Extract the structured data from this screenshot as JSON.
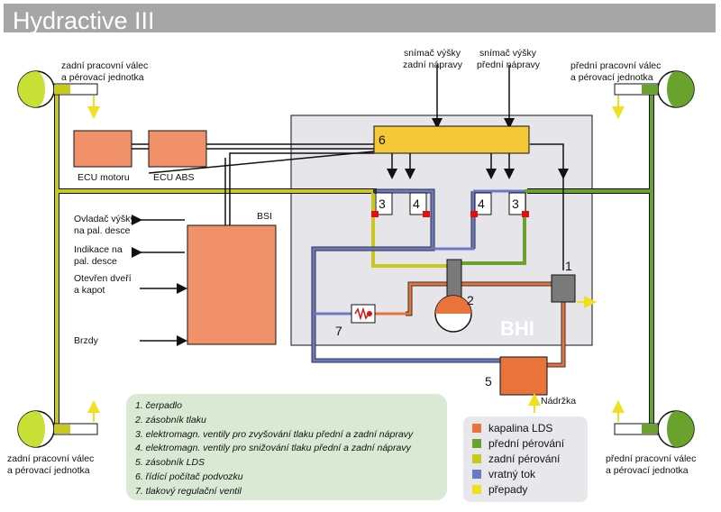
{
  "title": "Hydractive III",
  "sensors": {
    "rear": "snímač výšky zadní nápravy",
    "front": "snímač  výšky přední nápravy"
  },
  "corners": {
    "rear_top": "zadní pracovní válec a pérovací jednotka",
    "front_top": "přední  pracovní válec a pérovací jednotka",
    "rear_bottom": "zadní pracovní válec a pérovací jednotka",
    "front_bottom": "přední  pracovní válec a pérovací jednotka"
  },
  "ecu": {
    "engine": "ECU motoru",
    "abs": "ECU  ABS",
    "bsi": "BSI"
  },
  "inputs": [
    "Ovladač výšky na pal. desce",
    "Indikace na pal. desce",
    "Otevřen dveří a kapot",
    "Brzdy"
  ],
  "block_label": "BHI",
  "numbers": {
    "n1": "1",
    "n2": "2",
    "n3a": "3",
    "n3b": "3",
    "n4a": "4",
    "n4b": "4",
    "n5": "5",
    "n6": "6",
    "n7": "7"
  },
  "tank_label": "Nádržka",
  "parts_list": [
    "1. čerpadlo",
    "2. zásobník tlaku",
    "3. elektromagn. ventily  pro zvyšování tlaku přední a zadní nápravy",
    "4. elektromagn. ventily  pro snižování  tlaku přední a zadní nápravy",
    "5. zásobník LDS",
    "6. řídící počítač podvozku",
    "7. tlakový regulační ventil"
  ],
  "key": [
    {
      "label": "kapalina LDS",
      "color": "#e8743b"
    },
    {
      "label": "přední pérování",
      "color": "#6aa22e"
    },
    {
      "label": "zadní pérování",
      "color": "#c8c81e"
    },
    {
      "label": "vratný tok",
      "color": "#6a78c8"
    },
    {
      "label": "přepady",
      "color": "#f0e020"
    }
  ],
  "colors": {
    "lds": "#e8743b",
    "front": "#6aa22e",
    "rear": "#c8c81e",
    "return": "#6a78c8",
    "overflow": "#f0e020",
    "ecu": "#f0916a",
    "controller": "#f5c838"
  }
}
